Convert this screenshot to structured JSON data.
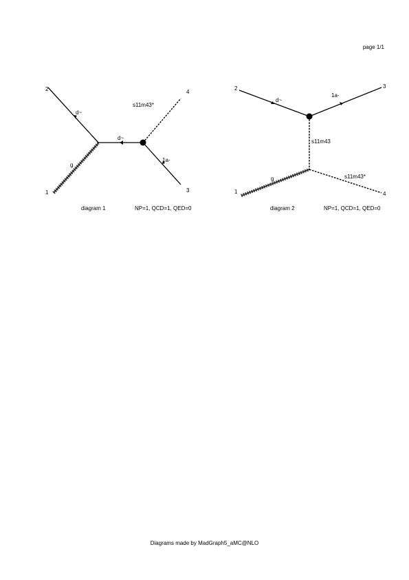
{
  "page_number": "page 1/1",
  "footer": "Diagrams made by MadGraph5_aMC@NLO",
  "diagrams": [
    {
      "name": "diagram 1",
      "orders": "NP=1, QCD=1, QED=0",
      "external": {
        "n1": "1",
        "n2": "2",
        "n3": "3",
        "n4": "4"
      },
      "particles": {
        "gluon": "g",
        "antiquark_top": "d~",
        "propagator": "d~",
        "scalar_out": "s11m43*",
        "lepton": "1a-"
      }
    },
    {
      "name": "diagram 2",
      "orders": "NP=1, QCD=1, QED=0",
      "external": {
        "n1": "1",
        "n2": "2",
        "n3": "3",
        "n4": "4"
      },
      "particles": {
        "gluon": "g",
        "antiquark": "d~",
        "lepton": "1a-",
        "propagator": "s11m43",
        "scalar_out": "s11m43*"
      }
    }
  ]
}
